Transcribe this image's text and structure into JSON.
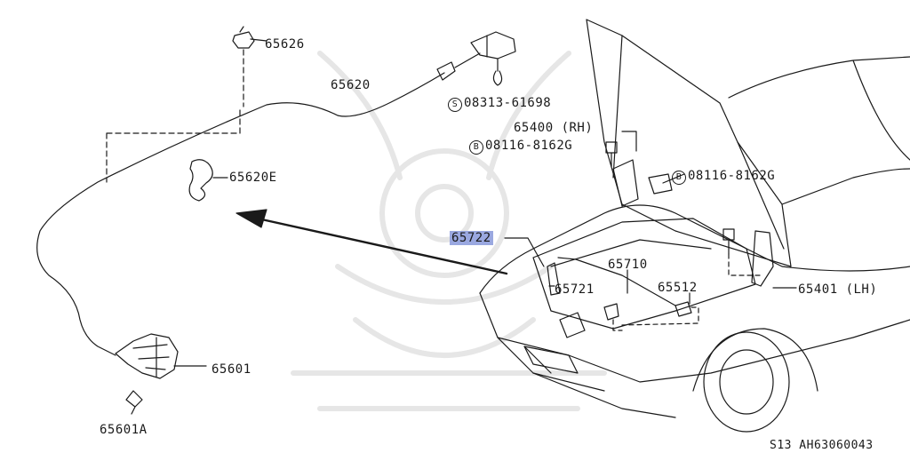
{
  "labels": {
    "p65626": "65626",
    "p65620": "65620",
    "p08313": "08313-61698",
    "p08313_prefix": "S",
    "p65400": "65400 (RH)",
    "p08116a": "08116-8162G",
    "p08116a_prefix": "B",
    "p08116b": "08116-8162G",
    "p08116b_prefix": "B",
    "p65620e": "65620E",
    "p65722": "65722",
    "p65710": "65710",
    "p65721": "65721",
    "p65512": "65512",
    "p65401": "65401 (LH)",
    "p65601": "65601",
    "p65601a": "65601A"
  },
  "footer": {
    "code": "S13  AH63060043"
  },
  "highlight_color": "#9aa8e0"
}
